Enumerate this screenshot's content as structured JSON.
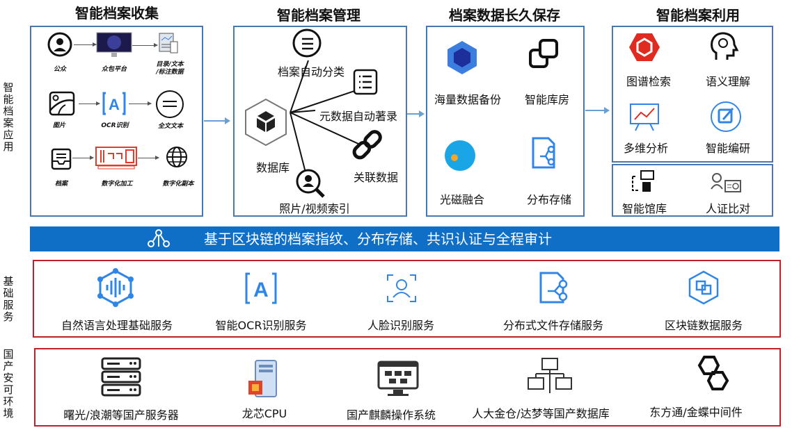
{
  "side_labels": {
    "application": "智能档案应用",
    "basic_services": "基础服务",
    "domestic_env": "国产安可环境"
  },
  "collect": {
    "title": "智能档案收集",
    "rows": [
      [
        "公众",
        "众包平台",
        "目录/文本\n/标注数据"
      ],
      [
        "图片",
        "OCR识别",
        "全文文本"
      ],
      [
        "档案",
        "数字化加工",
        "数字化副本"
      ]
    ]
  },
  "manage": {
    "title": "智能档案管理",
    "center": "数据库",
    "items": [
      "档案自动分类",
      "元数据自动著录",
      "关联数据",
      "照片/视频索引"
    ]
  },
  "preserve": {
    "title": "档案数据长久保存",
    "items": [
      "海量数据备份",
      "智能库房",
      "光磁融合",
      "分布存储"
    ]
  },
  "use": {
    "title": "智能档案利用",
    "items": [
      "图谱检索",
      "语义理解",
      "多维分析",
      "智能编研"
    ],
    "bottom": [
      "智能馆库",
      "人证比对"
    ]
  },
  "blockchain_bar": "基于区块链的档案指纹、分布存储、共识认证与全程审计",
  "services": [
    "自然语言处理基础服务",
    "智能OCR识别服务",
    "人脸识别服务",
    "分布式文件存储服务",
    "区块链数据服务"
  ],
  "domestic": [
    "曙光/浪潮等国产服务器",
    "龙芯CPU",
    "国产麒麟操作系统",
    "人大金仓/达梦等国产数据库",
    "东方通/金蝶中间件"
  ],
  "colors": {
    "panel_border": "#4a78ad",
    "bar": "#0f6fc6",
    "red_border": "#c0202a",
    "icon_blue": "#2f86e6"
  }
}
